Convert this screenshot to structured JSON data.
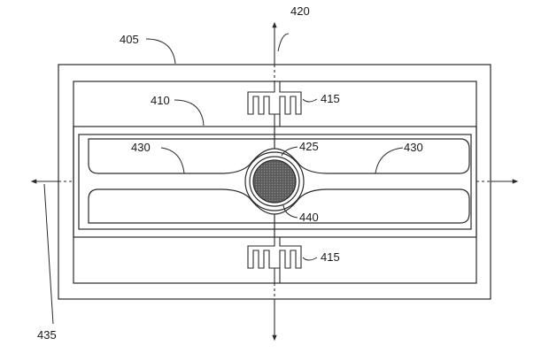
{
  "figure": {
    "labels": {
      "outer_frame": "405",
      "inner_plate": "410",
      "flexure_top": "415",
      "flexure_bottom": "415",
      "axis_vertical": "420",
      "center_ring": "425",
      "beam_left": "430",
      "beam_right": "430",
      "axis_horizontal": "435",
      "center_mass": "440"
    },
    "colors": {
      "line": "#2a2a2a",
      "mass_fill": "#6e6e6e",
      "background": "#ffffff"
    }
  }
}
